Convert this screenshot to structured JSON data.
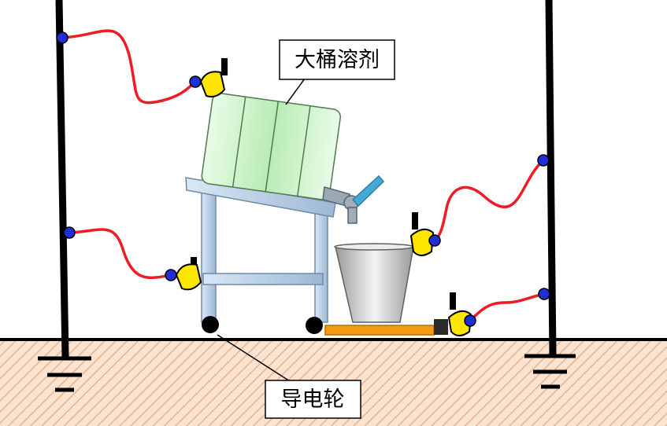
{
  "labels": {
    "drum_solvent": "大桶溶剂",
    "conductive_wheel": "导电轮"
  },
  "colors": {
    "ground_fill": "#fbe3cf",
    "ground_hatch": "#e7b48f",
    "ground_line": "#000000",
    "pole": "#000000",
    "ground_wire": "#ee1c24",
    "clamp_yellow": "#ffe600",
    "clamp_node": "#1f2fd6",
    "drum_fill": "#c8f0c4",
    "cart_frame": "#bcd3ea",
    "bucket_fill": "#d6d6d6",
    "valve_blue": "#3aa6d8",
    "base_plate": "#f39b13"
  },
  "icons": [
    "grounding-symbol",
    "grounding-clamp",
    "drum",
    "bucket",
    "hand-cart",
    "valve"
  ]
}
